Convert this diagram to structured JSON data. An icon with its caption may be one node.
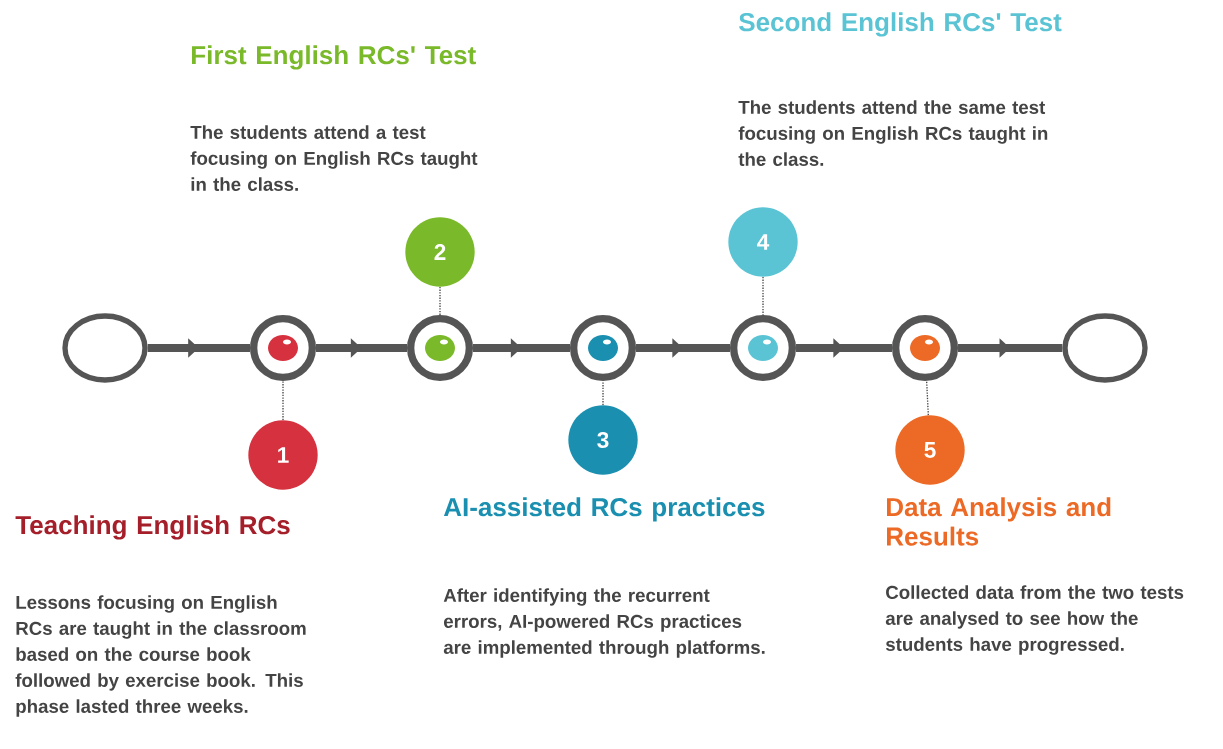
{
  "diagram": {
    "nodes": [
      {
        "text": [],
        "shape": "circle"
      },
      {
        "text": [],
        "shape": "circle"
      },
      {
        "text": [],
        "shape": "circle"
      },
      {
        "text": [],
        "shape": "circle"
      },
      {
        "text": [],
        "shape": "circle"
      },
      {
        "text": [],
        "shape": "circle"
      },
      {
        "text": [],
        "shape": "circle"
      },
      {
        "text": [
          "1"
        ],
        "beside": [
          "Teaching English RCs",
          "Lessons focusing on English RCs are taught in the classroom based on the course book followed by exercise book. This phase lasted three weeks."
        ]
      },
      {
        "text": [
          "2"
        ],
        "beside": [
          "First English RCs' Test",
          "The students attend a test focusing on English RCs taught in the class."
        ]
      },
      {
        "text": [
          "3"
        ],
        "beside": [
          "AI-assisted RCs practices",
          "After identifying the recurrent errors, AI-powered RCs practices are implemented through platforms."
        ]
      },
      {
        "text": [
          "4"
        ],
        "beside": [
          "Second English RCs' Test",
          "The students attend the same test focusing on English RCs taught in the class."
        ]
      },
      {
        "text": [
          "5"
        ],
        "beside": [
          "Data Analysis and Results",
          "Collected data from the two tests are analysed to see how the students have progressed."
        ]
      }
    ],
    "edges": [
      {
        "from": 0,
        "to": 1,
        "arrow": "to"
      },
      {
        "from": 1,
        "to": 2,
        "arrow": "to"
      },
      {
        "from": 2,
        "to": 3,
        "arrow": "to"
      },
      {
        "from": 3,
        "to": 4,
        "arrow": "to"
      },
      {
        "from": 4,
        "to": 5,
        "arrow": "to"
      },
      {
        "from": 5,
        "to": 6,
        "arrow": "to"
      },
      {
        "from": 7,
        "to": 1,
        "arrow": "none",
        "style": "dashed"
      },
      {
        "from": 8,
        "to": 2,
        "arrow": "none",
        "style": "dashed"
      },
      {
        "from": 9,
        "to": 3,
        "arrow": "none",
        "style": "dashed"
      },
      {
        "from": 10,
        "to": 4,
        "arrow": "none",
        "style": "dashed"
      },
      {
        "from": 11,
        "to": 5,
        "arrow": "none",
        "style": "dashed"
      }
    ]
  }
}
